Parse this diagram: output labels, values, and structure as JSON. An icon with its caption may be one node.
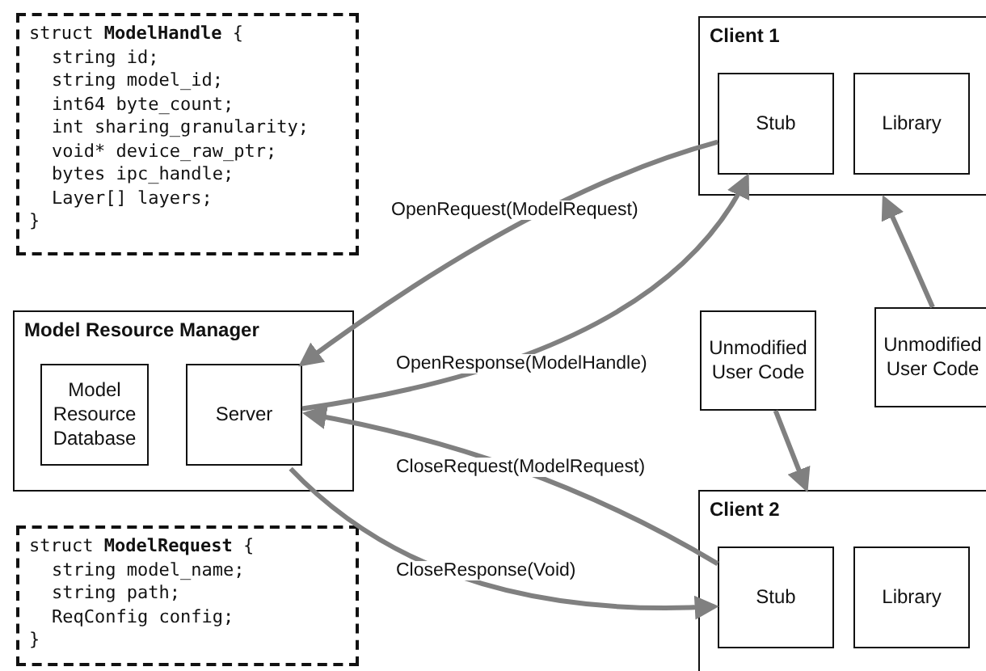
{
  "diagram": {
    "nodes": [
      {
        "text": [
          "struct **ModelHandle** {",
          "string id;",
          "string model_id;",
          "int64 byte_count;",
          "int sharing_granularity;",
          "void* device_raw_ptr;",
          "bytes ipc_handle;",
          "Layer[] layers;",
          "}"
        ]
      },
      {
        "text": [
          "Model Resource Manager"
        ]
      },
      {
        "text": [
          "Model Resource Database"
        ],
        "in": 1
      },
      {
        "text": [
          "Server"
        ],
        "in": 1
      },
      {
        "text": [
          "struct **ModelRequest** {",
          "string model_name;",
          "string path;",
          "ReqConfig config;",
          "}"
        ]
      },
      {
        "text": [
          "Client 1"
        ]
      },
      {
        "text": [
          "Stub"
        ],
        "in": 5
      },
      {
        "text": [
          "Library"
        ],
        "in": 5
      },
      {
        "text": [
          "Unmodified User Code"
        ]
      },
      {
        "text": [
          "Unmodified User Code"
        ]
      },
      {
        "text": [
          "Client 2"
        ]
      },
      {
        "text": [
          "Stub"
        ],
        "in": 10
      },
      {
        "text": [
          "Library"
        ],
        "in": 10
      }
    ],
    "edges": [
      {
        "from": 6,
        "to": 3,
        "arrow": "to",
        "label": "OpenRequest(ModelRequest)"
      },
      {
        "from": 3,
        "to": 6,
        "arrow": "to",
        "label": "OpenResponse(ModelHandle)"
      },
      {
        "from": 11,
        "to": 3,
        "arrow": "to",
        "label": "CloseRequest(ModelRequest)"
      },
      {
        "from": 3,
        "to": 11,
        "arrow": "to",
        "label": "CloseResponse(Void)"
      },
      {
        "from": 9,
        "to": 5,
        "arrow": "to"
      },
      {
        "from": 8,
        "to": 10,
        "arrow": "to"
      }
    ]
  }
}
